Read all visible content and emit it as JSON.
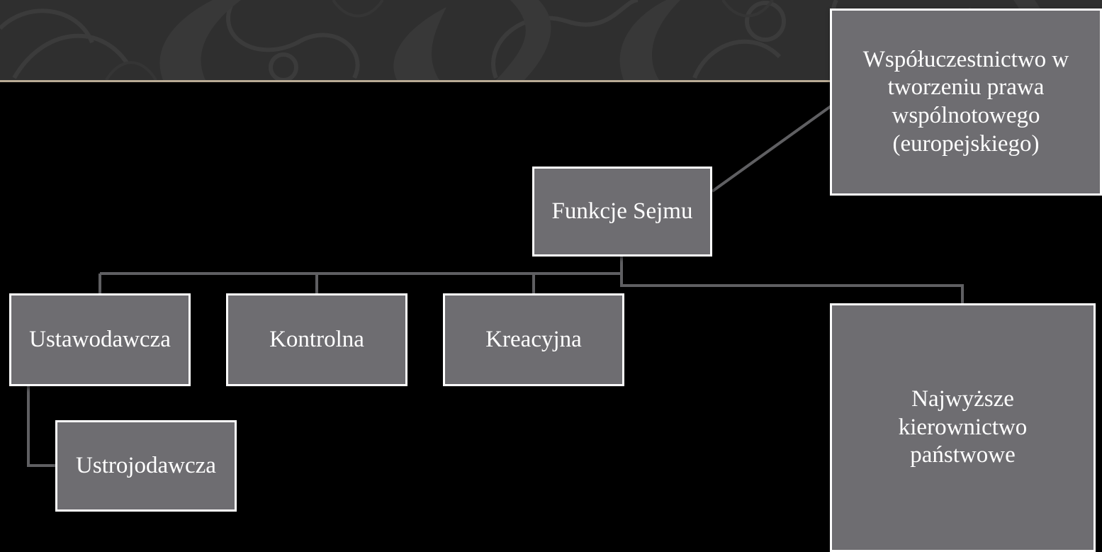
{
  "diagram": {
    "root": {
      "label": "Funkcje Sejmu"
    },
    "nodes": {
      "ustawodawcza": "Ustawodawcza",
      "kontrolna": "Kontrolna",
      "kreacyjna": "Kreacyjna",
      "ustrojodawcza": "Ustrojodawcza",
      "wspoluczestnictwo": "Współuczestnictwo w tworzeniu prawa wspólnotowego (europejskiego)",
      "najwyzsze": "Najwyższe kierownictwo państwowe"
    }
  },
  "colors": {
    "background": "#000000",
    "header": "#2f2f2f",
    "header_rule": "#b9ab95",
    "node_fill": "#6e6d71",
    "node_border": "#ffffff",
    "connector": "#5f5f62"
  }
}
